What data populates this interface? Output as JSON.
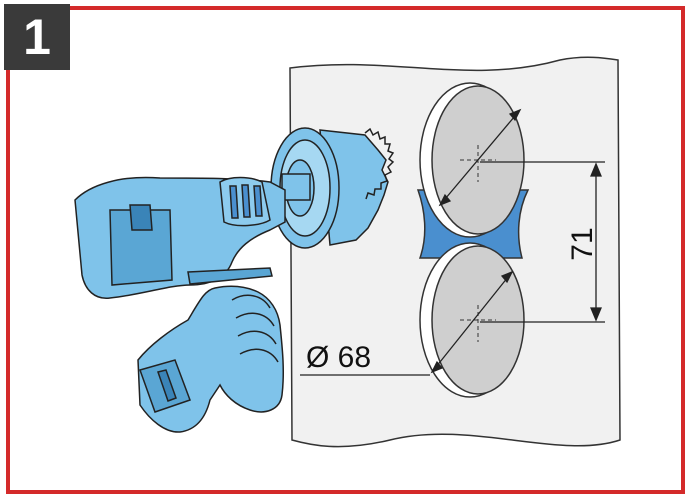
{
  "step": {
    "number": "1"
  },
  "dimensions": {
    "diameter_label": "Ø 68",
    "spacing_label": "71"
  },
  "colors": {
    "frame": "#d42a2a",
    "badge": "#3a3a3a",
    "tool_blue": "#7fc3ea",
    "wall": "#f0f0f0",
    "hole": "#cfcfcf",
    "cutout": "#4a8fcf"
  },
  "icons": [
    "drill-icon",
    "hole-saw-icon",
    "gloved-hand-icon",
    "wall-panel-icon"
  ]
}
